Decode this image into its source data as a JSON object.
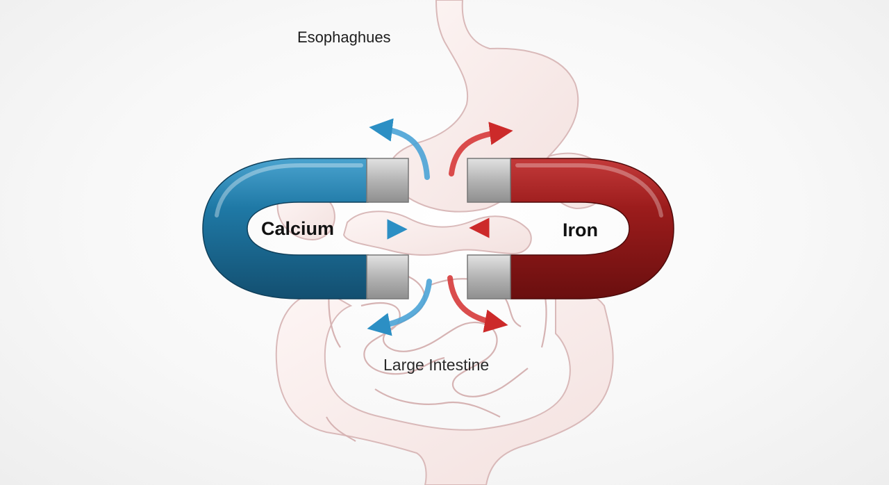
{
  "labels": {
    "esophagus": "Esophaghues",
    "large_intestine": "Large Intestine",
    "calcium": "Calcium",
    "iron": "Iron"
  },
  "colors": {
    "calcium_magnet": "#1f79a6",
    "iron_magnet": "#9c1c1c",
    "pole": "#b4b4b4",
    "calcium_arrow": "#2c8fc4",
    "iron_arrow": "#cc2a2a",
    "organ_fill": "#faeeed",
    "organ_stroke": "#d9b9b9"
  },
  "icons": {
    "calcium_magnet": "horseshoe-magnet-icon",
    "iron_magnet": "horseshoe-magnet-icon",
    "arrows": "curved-arrow-icon"
  }
}
